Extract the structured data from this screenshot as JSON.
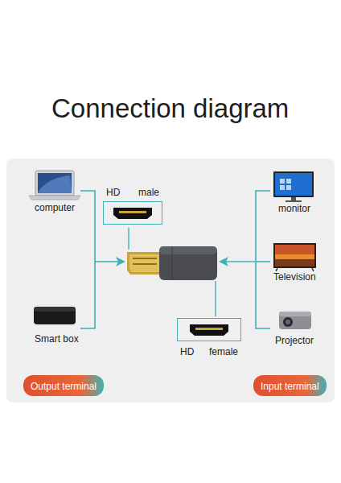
{
  "diagram": {
    "title": "Connection diagram",
    "nodes": [
      {
        "text": [
          "HD",
          "male"
        ]
      },
      {
        "text": [
          "HD",
          "female"
        ]
      },
      {
        "text": [
          "Output terminal"
        ]
      },
      {
        "text": [
          "Input terminal"
        ]
      }
    ],
    "labels": [
      "computer",
      "Smart box",
      "monitor",
      "Television",
      "Projector"
    ]
  }
}
